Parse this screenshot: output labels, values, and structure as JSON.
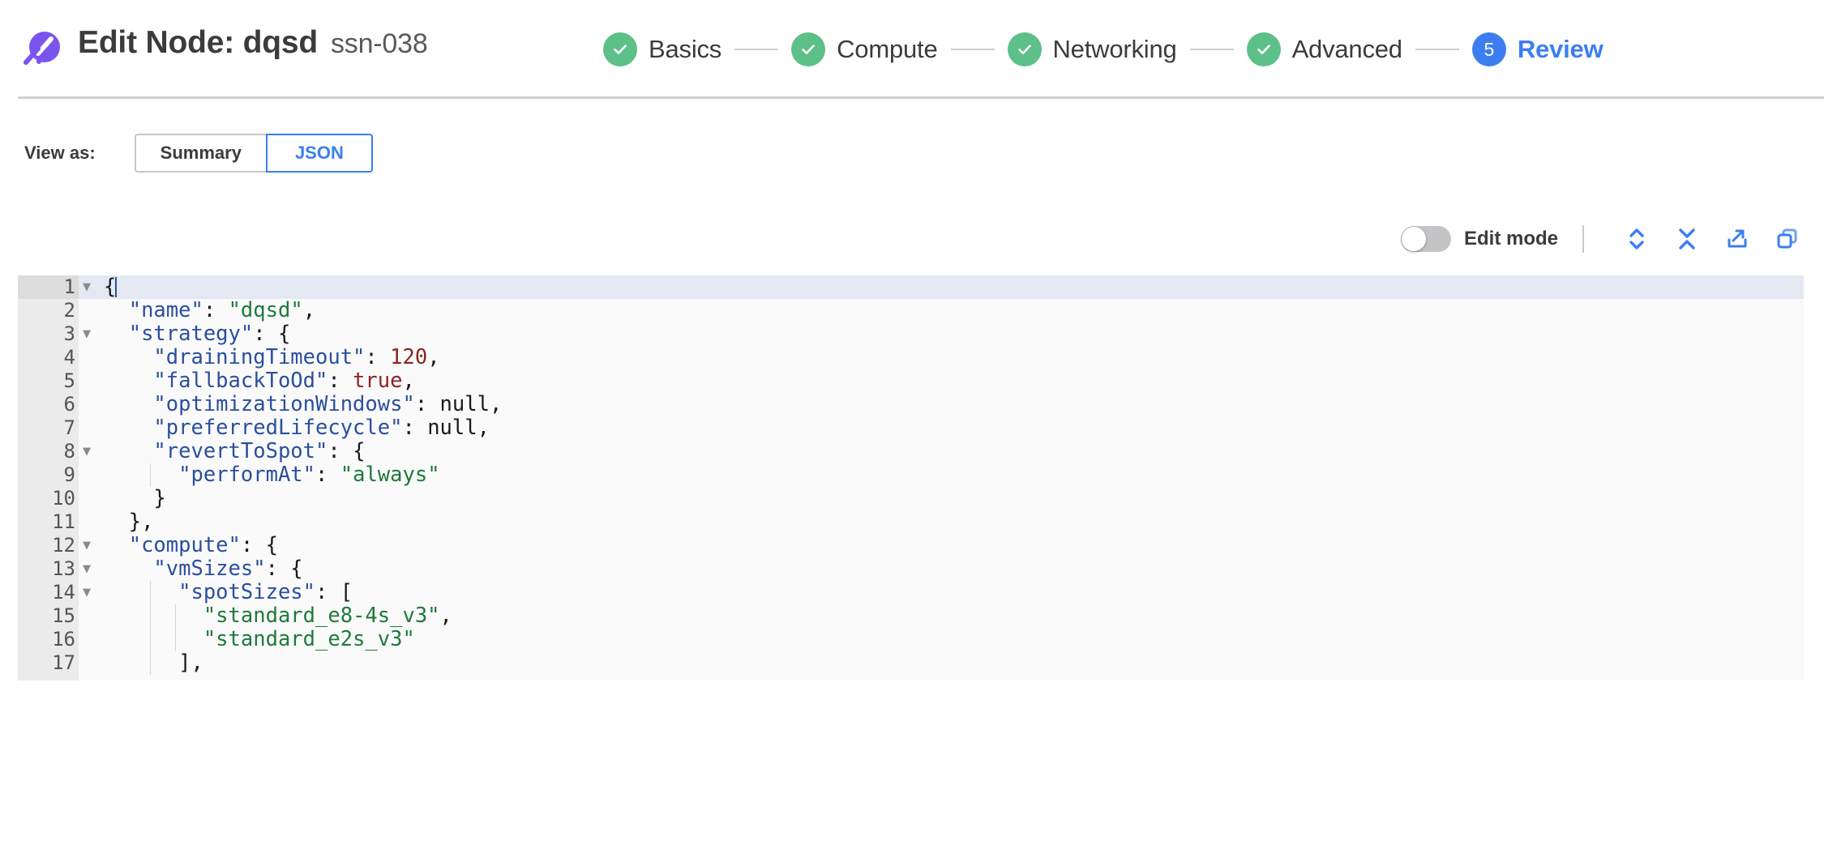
{
  "header": {
    "logo_name": "spot-logo",
    "title": "Edit Node: dqsd",
    "subtitle": "ssn-038",
    "steps": [
      {
        "label": "Basics",
        "state": "done",
        "marker": "check"
      },
      {
        "label": "Compute",
        "state": "done",
        "marker": "check"
      },
      {
        "label": "Networking",
        "state": "done",
        "marker": "check"
      },
      {
        "label": "Advanced",
        "state": "done",
        "marker": "check"
      },
      {
        "label": "Review",
        "state": "current",
        "marker": "5"
      }
    ]
  },
  "view_as": {
    "label": "View as:",
    "options": [
      {
        "label": "Summary",
        "selected": false
      },
      {
        "label": "JSON",
        "selected": true
      }
    ]
  },
  "editor_toolbar": {
    "edit_mode_label": "Edit mode",
    "edit_mode_on": false,
    "icons": [
      {
        "name": "expand-all-icon",
        "title": "Expand all"
      },
      {
        "name": "collapse-all-icon",
        "title": "Collapse all"
      },
      {
        "name": "export-icon",
        "title": "Export"
      },
      {
        "name": "copy-icon",
        "title": "Copy"
      }
    ]
  },
  "colors": {
    "brand_purple": "#7b54f0",
    "step_done_green": "#5cc088",
    "accent_blue": "#3c7ef0",
    "json_key": "#2b4f9e",
    "json_string": "#1f7a3d",
    "json_number": "#8b2424",
    "active_line": "#e3e8f2",
    "gutter": "#ebebeb"
  },
  "json_editor": {
    "active_line": 1,
    "lines": [
      {
        "n": 1,
        "fold": true,
        "indent": 0,
        "tokens": [
          {
            "t": "punc",
            "v": "{"
          },
          {
            "t": "cursor",
            "v": ""
          }
        ]
      },
      {
        "n": 2,
        "fold": false,
        "indent": 1,
        "tokens": [
          {
            "t": "key",
            "v": "\"name\""
          },
          {
            "t": "punc",
            "v": ": "
          },
          {
            "t": "str",
            "v": "\"dqsd\""
          },
          {
            "t": "punc",
            "v": ","
          }
        ]
      },
      {
        "n": 3,
        "fold": true,
        "indent": 1,
        "tokens": [
          {
            "t": "key",
            "v": "\"strategy\""
          },
          {
            "t": "punc",
            "v": ": {"
          }
        ]
      },
      {
        "n": 4,
        "fold": false,
        "indent": 2,
        "tokens": [
          {
            "t": "key",
            "v": "\"drainingTimeout\""
          },
          {
            "t": "punc",
            "v": ": "
          },
          {
            "t": "num",
            "v": "120"
          },
          {
            "t": "punc",
            "v": ","
          }
        ]
      },
      {
        "n": 5,
        "fold": false,
        "indent": 2,
        "tokens": [
          {
            "t": "key",
            "v": "\"fallbackToOd\""
          },
          {
            "t": "punc",
            "v": ": "
          },
          {
            "t": "bool",
            "v": "true"
          },
          {
            "t": "punc",
            "v": ","
          }
        ]
      },
      {
        "n": 6,
        "fold": false,
        "indent": 2,
        "tokens": [
          {
            "t": "key",
            "v": "\"optimizationWindows\""
          },
          {
            "t": "punc",
            "v": ": "
          },
          {
            "t": "null",
            "v": "null"
          },
          {
            "t": "punc",
            "v": ","
          }
        ]
      },
      {
        "n": 7,
        "fold": false,
        "indent": 2,
        "tokens": [
          {
            "t": "key",
            "v": "\"preferredLifecycle\""
          },
          {
            "t": "punc",
            "v": ": "
          },
          {
            "t": "null",
            "v": "null"
          },
          {
            "t": "punc",
            "v": ","
          }
        ]
      },
      {
        "n": 8,
        "fold": true,
        "indent": 2,
        "tokens": [
          {
            "t": "key",
            "v": "\"revertToSpot\""
          },
          {
            "t": "punc",
            "v": ": {"
          }
        ]
      },
      {
        "n": 9,
        "fold": false,
        "indent": 3,
        "tokens": [
          {
            "t": "key",
            "v": "\"performAt\""
          },
          {
            "t": "punc",
            "v": ": "
          },
          {
            "t": "str",
            "v": "\"always\""
          }
        ]
      },
      {
        "n": 10,
        "fold": false,
        "indent": 2,
        "tokens": [
          {
            "t": "punc",
            "v": "}"
          }
        ]
      },
      {
        "n": 11,
        "fold": false,
        "indent": 1,
        "tokens": [
          {
            "t": "punc",
            "v": "},"
          }
        ]
      },
      {
        "n": 12,
        "fold": true,
        "indent": 1,
        "tokens": [
          {
            "t": "key",
            "v": "\"compute\""
          },
          {
            "t": "punc",
            "v": ": {"
          }
        ]
      },
      {
        "n": 13,
        "fold": true,
        "indent": 2,
        "tokens": [
          {
            "t": "key",
            "v": "\"vmSizes\""
          },
          {
            "t": "punc",
            "v": ": {"
          }
        ]
      },
      {
        "n": 14,
        "fold": true,
        "indent": 3,
        "tokens": [
          {
            "t": "key",
            "v": "\"spotSizes\""
          },
          {
            "t": "punc",
            "v": ": ["
          }
        ]
      },
      {
        "n": 15,
        "fold": false,
        "indent": 4,
        "tokens": [
          {
            "t": "str",
            "v": "\"standard_e8-4s_v3\""
          },
          {
            "t": "punc",
            "v": ","
          }
        ]
      },
      {
        "n": 16,
        "fold": false,
        "indent": 4,
        "tokens": [
          {
            "t": "str",
            "v": "\"standard_e2s_v3\""
          }
        ]
      },
      {
        "n": 17,
        "fold": false,
        "indent": 3,
        "tokens": [
          {
            "t": "punc",
            "v": "],"
          }
        ]
      }
    ]
  }
}
